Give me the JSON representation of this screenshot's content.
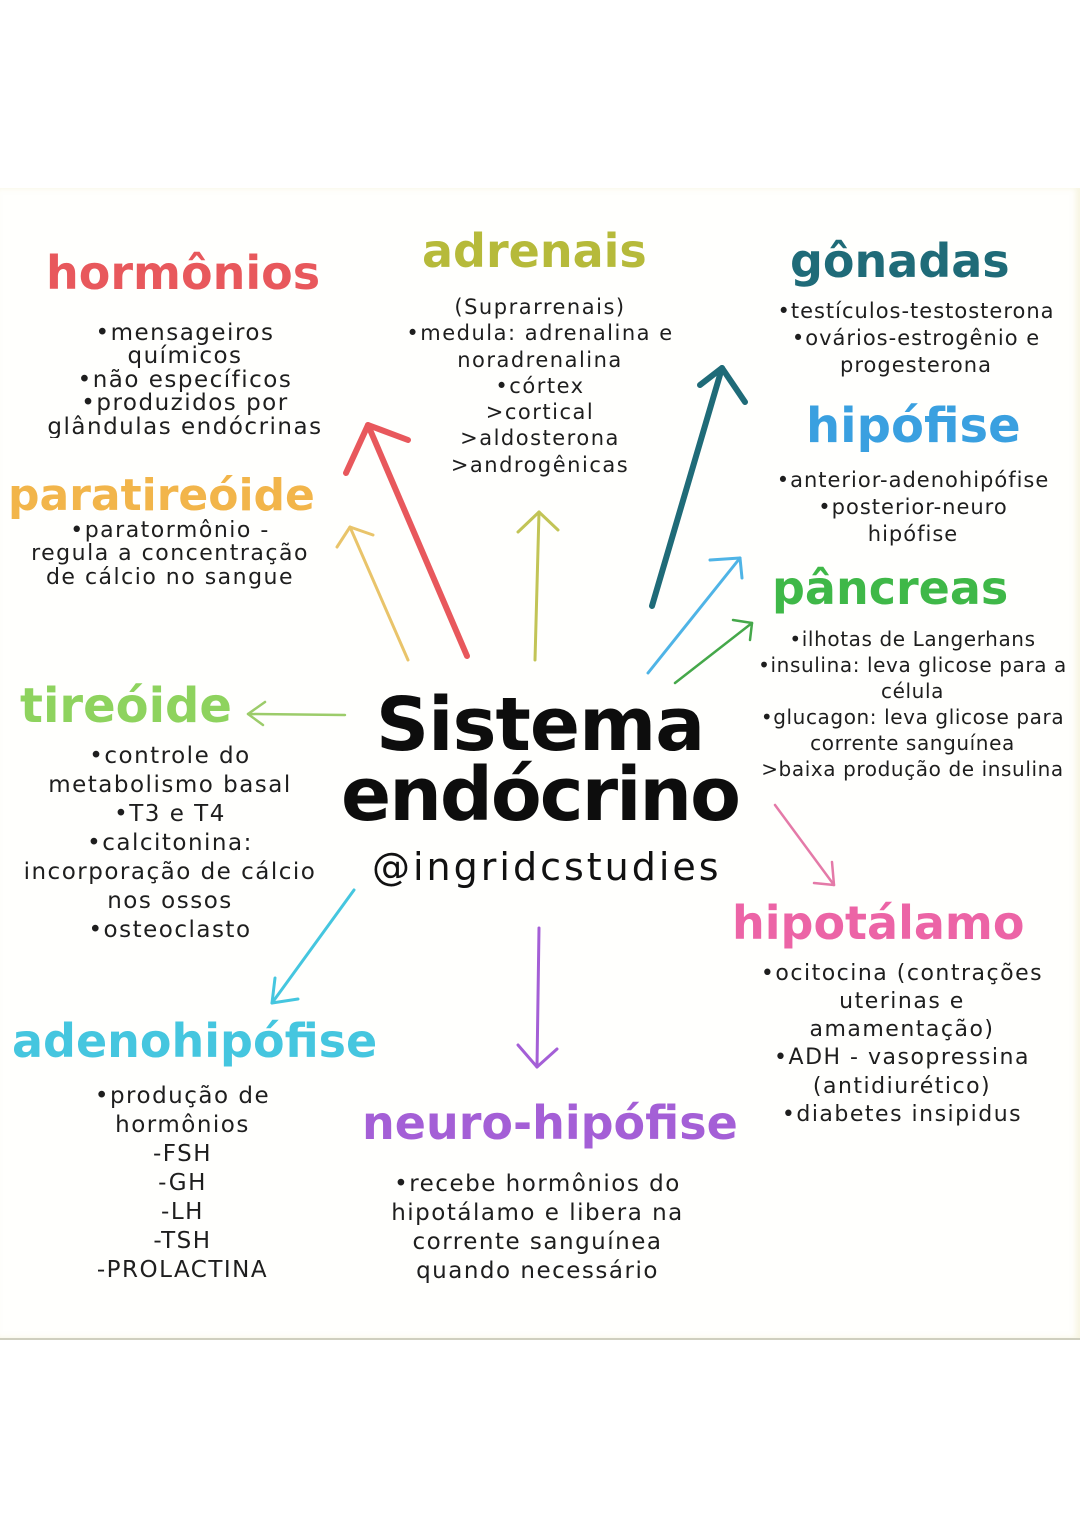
{
  "central": {
    "title_line1": "Sistema",
    "title_line2": "endócrino",
    "handle": "@ingridcstudies"
  },
  "colors": {
    "hormonios": "#e8585c",
    "adrenais": "#b6ba3a",
    "gonadas": "#1f6b78",
    "hipofise": "#3aa0e0",
    "pancreas": "#3fb848",
    "paratireoide": "#f2b54a",
    "tireoide": "#8ed35e",
    "hipotalamo": "#ec64a6",
    "adenohipofise": "#45c6df",
    "neurohipofise": "#a45fd6",
    "text": "#1e1e1e"
  },
  "nodes": {
    "hormonios": {
      "title": "hormônios",
      "body": "•mensageiros\nquímicos\n•não específicos\n•produzidos por\nglândulas endócrinas"
    },
    "adrenais": {
      "title": "adrenais",
      "body": "(Suprarrenais)\n•medula: adrenalina e\nnoradrenalina\n•córtex\n>cortical\n>aldosterona\n>androgênicas"
    },
    "gonadas": {
      "title": "gônadas",
      "body": "•testículos-testosterona\n•ovários-estrogênio e\nprogesterona"
    },
    "hipofise": {
      "title": "hipófise",
      "body": "•anterior-adenohipófise\n•posterior-neuro\nhipófise"
    },
    "pancreas": {
      "title": "pâncreas",
      "body": "•ilhotas de Langerhans\n•insulina: leva glicose para a\ncélula\n•glucagon: leva glicose para\ncorrente sanguínea\n>baixa produção de insulina"
    },
    "paratireoide": {
      "title": "paratireóide",
      "body": "•paratormônio -\nregula a concentração\nde cálcio no sangue"
    },
    "tireoide": {
      "title": "tireóide",
      "body": "•controle do\nmetabolismo basal\n•T3 e T4\n•calcitonina:\nincorporação de cálcio\nnos ossos\n•osteoclasto"
    },
    "hipotalamo": {
      "title": "hipotálamo",
      "body": "•ocitocina (contrações\nuterinas e\namamentação)\n•ADH - vasopressina\n(antidiurético)\n•diabetes insipidus"
    },
    "adenohipofise": {
      "title": "adenohipófise",
      "body": "•produção de\nhormônios\n-FSH\n-GH\n-LH\n-TSH\n-PROLACTINA"
    },
    "neurohipofise": {
      "title": "neuro-hipófise",
      "body": "•recebe hormônios do\nhipotálamo e libera na\ncorrente sanguínea\nquando necessário"
    }
  }
}
